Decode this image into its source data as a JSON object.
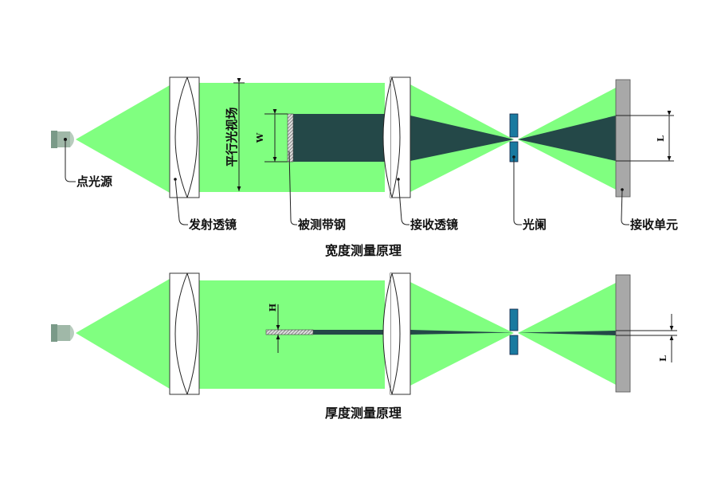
{
  "colors": {
    "beam": "#80ff80",
    "shadow": "#244848",
    "aperture": "#1a7aa0",
    "receiver": "#a8a8a8",
    "source": "#8aa898"
  },
  "width_diagram": {
    "title": "宽度测量原理",
    "labels": {
      "source": "点光源",
      "emit_lens": "发射透镜",
      "strip": "被测带钢",
      "receive_lens": "接收透镜",
      "aperture": "光阑",
      "receiver": "接收单元",
      "parallel_field": "平行光视场"
    },
    "dims": {
      "strip_width": "W",
      "image_length": "L"
    }
  },
  "thickness_diagram": {
    "title": "厚度测量原理",
    "dims": {
      "strip_thickness": "H",
      "image_length": "L"
    }
  }
}
